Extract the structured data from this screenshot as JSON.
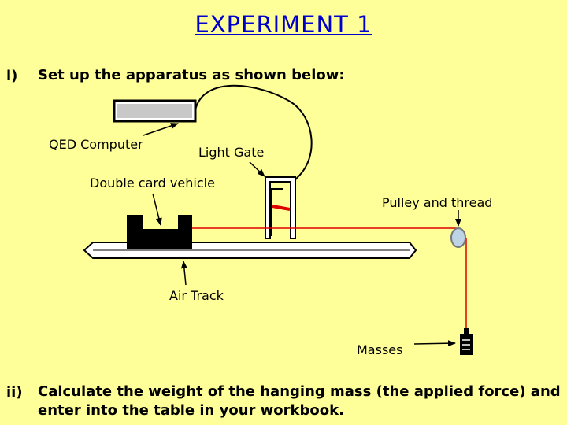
{
  "title": "EXPERIMENT 1",
  "steps": [
    {
      "number": "i)",
      "text": "Set up the apparatus as shown below:"
    },
    {
      "number": "ii)",
      "text": "Calculate the weight of the hanging mass (the applied force) and enter into the table in your workbook."
    }
  ],
  "labels": {
    "computer": "QED Computer",
    "light_gate": "Light Gate",
    "vehicle": "Double card vehicle",
    "pulley": "Pulley and thread",
    "air_track": "Air Track",
    "masses": "Masses"
  },
  "colors": {
    "background": "#ffff99",
    "title": "#0000cc",
    "thread": "#e00000",
    "pulley": "#bcd4e6"
  }
}
